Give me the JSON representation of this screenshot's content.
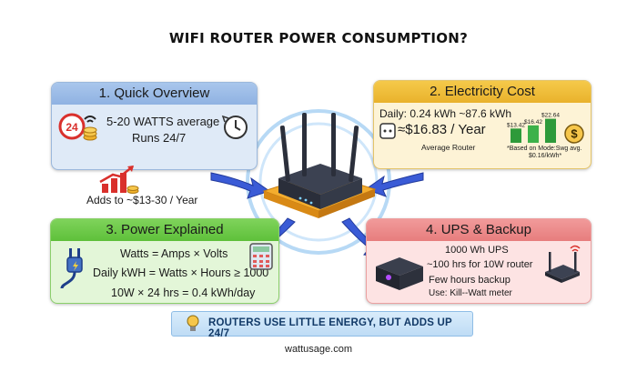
{
  "title": "WIFI ROUTER POWER CONSUMPTION?",
  "panels": {
    "quick": {
      "title": "1. Quick Overview",
      "watts": "5-20 WATTS average",
      "runs": "Runs 24/7",
      "badge": "24",
      "adds": "Adds to ~$13-30 / Year"
    },
    "cost": {
      "title": "2. Electricity Cost",
      "daily": "Daily: 0.24 kWh ~87.6 kWh",
      "yearly": "≈$16.83 / Year",
      "sub": "Average Router",
      "bars": [
        {
          "label": "$13.42",
          "value": 13.42
        },
        {
          "label": "$16.42",
          "value": 16.42
        },
        {
          "label": "$22.64",
          "value": 22.64
        }
      ],
      "note1": "*Based on Mode:Swg avg.",
      "note2": "$0.16/kWh*"
    },
    "power": {
      "title": "3. Power Explained",
      "f1": "Watts = Amps × Volts",
      "f2": "Daily kWH = Watts × Hours ≥ 1000",
      "f3": "10W × 24 hrs = 0.4 kWh/day"
    },
    "ups": {
      "title": "4. UPS & Backup",
      "l1": "1000 Wh UPS",
      "l2": "~100 hrs for 10W router",
      "l3": "Few hours backup",
      "l4": "Use: Kill--Watt meter"
    }
  },
  "banner": "ROUTERS USE LITTLE ENERGY, BUT ADDS UP 24/7",
  "footer": "wattusage.com",
  "colors": {
    "blue_header": "#8fb2e2",
    "yellow_header": "#e9b22c",
    "green_header": "#5ec03a",
    "red_header": "#e77d7d",
    "arrow_blue": "#3a5bd6",
    "router_base": "#f0a423"
  },
  "icons": [
    "wifi-icon",
    "clock-icon",
    "growth-chart-icon",
    "plug-icon",
    "calculator-icon",
    "dollar-icon",
    "lightbulb-icon",
    "ups-box-icon",
    "router-icon"
  ]
}
